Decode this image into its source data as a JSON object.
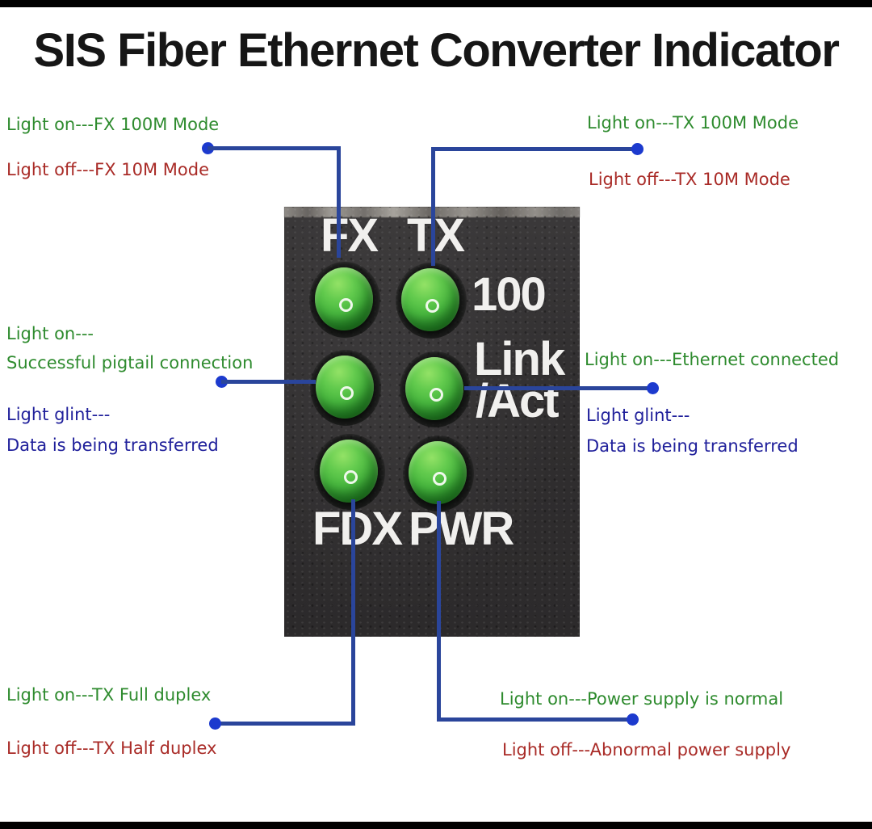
{
  "title": "SIS Fiber Ethernet Converter Indicator",
  "colors": {
    "annotation_green": "#2e8b2e",
    "annotation_red": "#a92b27",
    "annotation_navy": "#20209b",
    "connector_line": "#2a459b",
    "connector_dot": "#1c3ace",
    "panel_black": "#312f30",
    "led_green": "#48b83f",
    "device_text": "#f1f0ee"
  },
  "annotations": {
    "fx_on": "Light on---FX 100M Mode",
    "fx_off": "Light off---FX 10M Mode",
    "tx_on": "Light on---TX 100M Mode",
    "tx_off": "Light off---TX 10M Mode",
    "fiber_on_line1": "Light on---",
    "fiber_on_line2": "Successful pigtail connection",
    "fiber_glint_line1": "Light glint---",
    "fiber_glint_line2": "Data is being transferred",
    "link_on": "Light on---Ethernet connected",
    "link_glint_line1": "Light glint---",
    "link_glint_line2": "Data is being transferred",
    "fdx_on": "Light on---TX Full duplex",
    "fdx_off": "Light off---TX Half duplex",
    "pwr_on": "Light on---Power supply is normal",
    "pwr_off": "Light off---Abnormal power supply"
  },
  "device": {
    "labels": {
      "fx": "FX",
      "tx": "TX",
      "speed": "100",
      "link": "Link",
      "act": "/Act",
      "fdx": "FDX",
      "pwr": "PWR"
    },
    "led_count": "6"
  }
}
